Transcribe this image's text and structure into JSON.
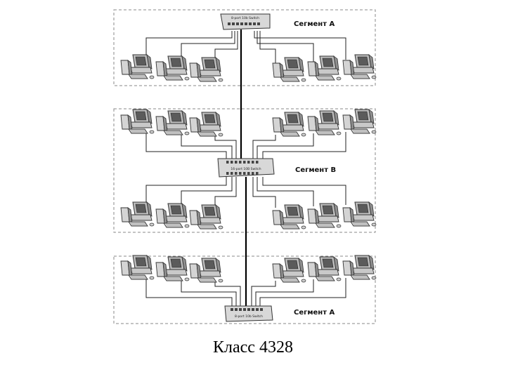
{
  "diagram": {
    "segments": [
      {
        "label": "Сегмент А",
        "switch_label": "8-port 10b Switch"
      },
      {
        "label": "Сегмент В",
        "switch_label": "16-port 10B Switch"
      },
      {
        "label": "Сегмент А",
        "switch_label": "8-port 10b Switch"
      }
    ]
  },
  "caption": "Класс 4328"
}
